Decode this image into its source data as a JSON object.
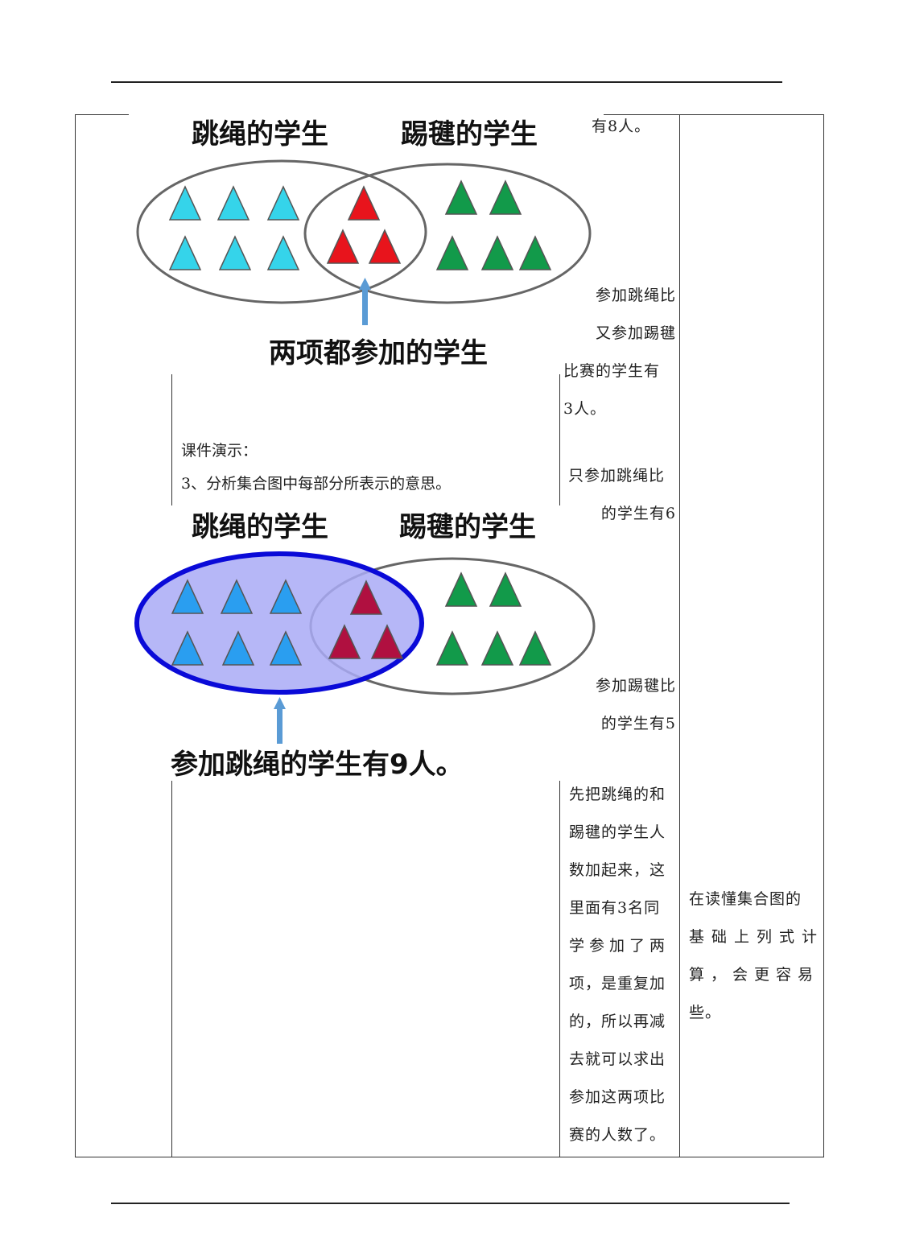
{
  "diagram1": {
    "left_title": "跳绳的学生",
    "right_title": "踢毽的学生",
    "caption": "两项都参加的学生"
  },
  "demo": {
    "label": "课件演示：",
    "step": "3、分析集合图中每部分所表示的意思。"
  },
  "diagram2": {
    "left_title": "跳绳的学生",
    "right_title": "踢毽的学生",
    "caption": "参加跳绳的学生有9人。"
  },
  "col3": {
    "frag_top": "有8人。",
    "frag_both": [
      "参加跳绳比",
      "又参加踢毽",
      "比赛的学生有",
      "3人。"
    ],
    "frag_rope": [
      "只参加跳绳比",
      "的学生有6"
    ],
    "frag_kick": [
      "参加踢毽比",
      "的学生有5"
    ],
    "explanation": [
      "先把跳绳的和",
      "踢毽的学生人",
      "数加起来，这",
      "里面有3名同",
      "学参加了两",
      "项，是重复加",
      "的，所以再减",
      "去就可以求出",
      "参加这两项比",
      "赛的人数了。"
    ]
  },
  "col4": {
    "note": [
      "在读懂集合图的",
      "基础上列式计",
      "算，会更容易",
      "些。"
    ]
  },
  "colors": {
    "cyan": "#35d4ea",
    "red": "#e8141c",
    "green": "#129a4a",
    "blue": "#2a9ef0",
    "crimson": "#b01040",
    "highlight": "#a9aaf6",
    "highlight_stroke": "#0a0ad8",
    "arrow": "#5a9bd5"
  }
}
